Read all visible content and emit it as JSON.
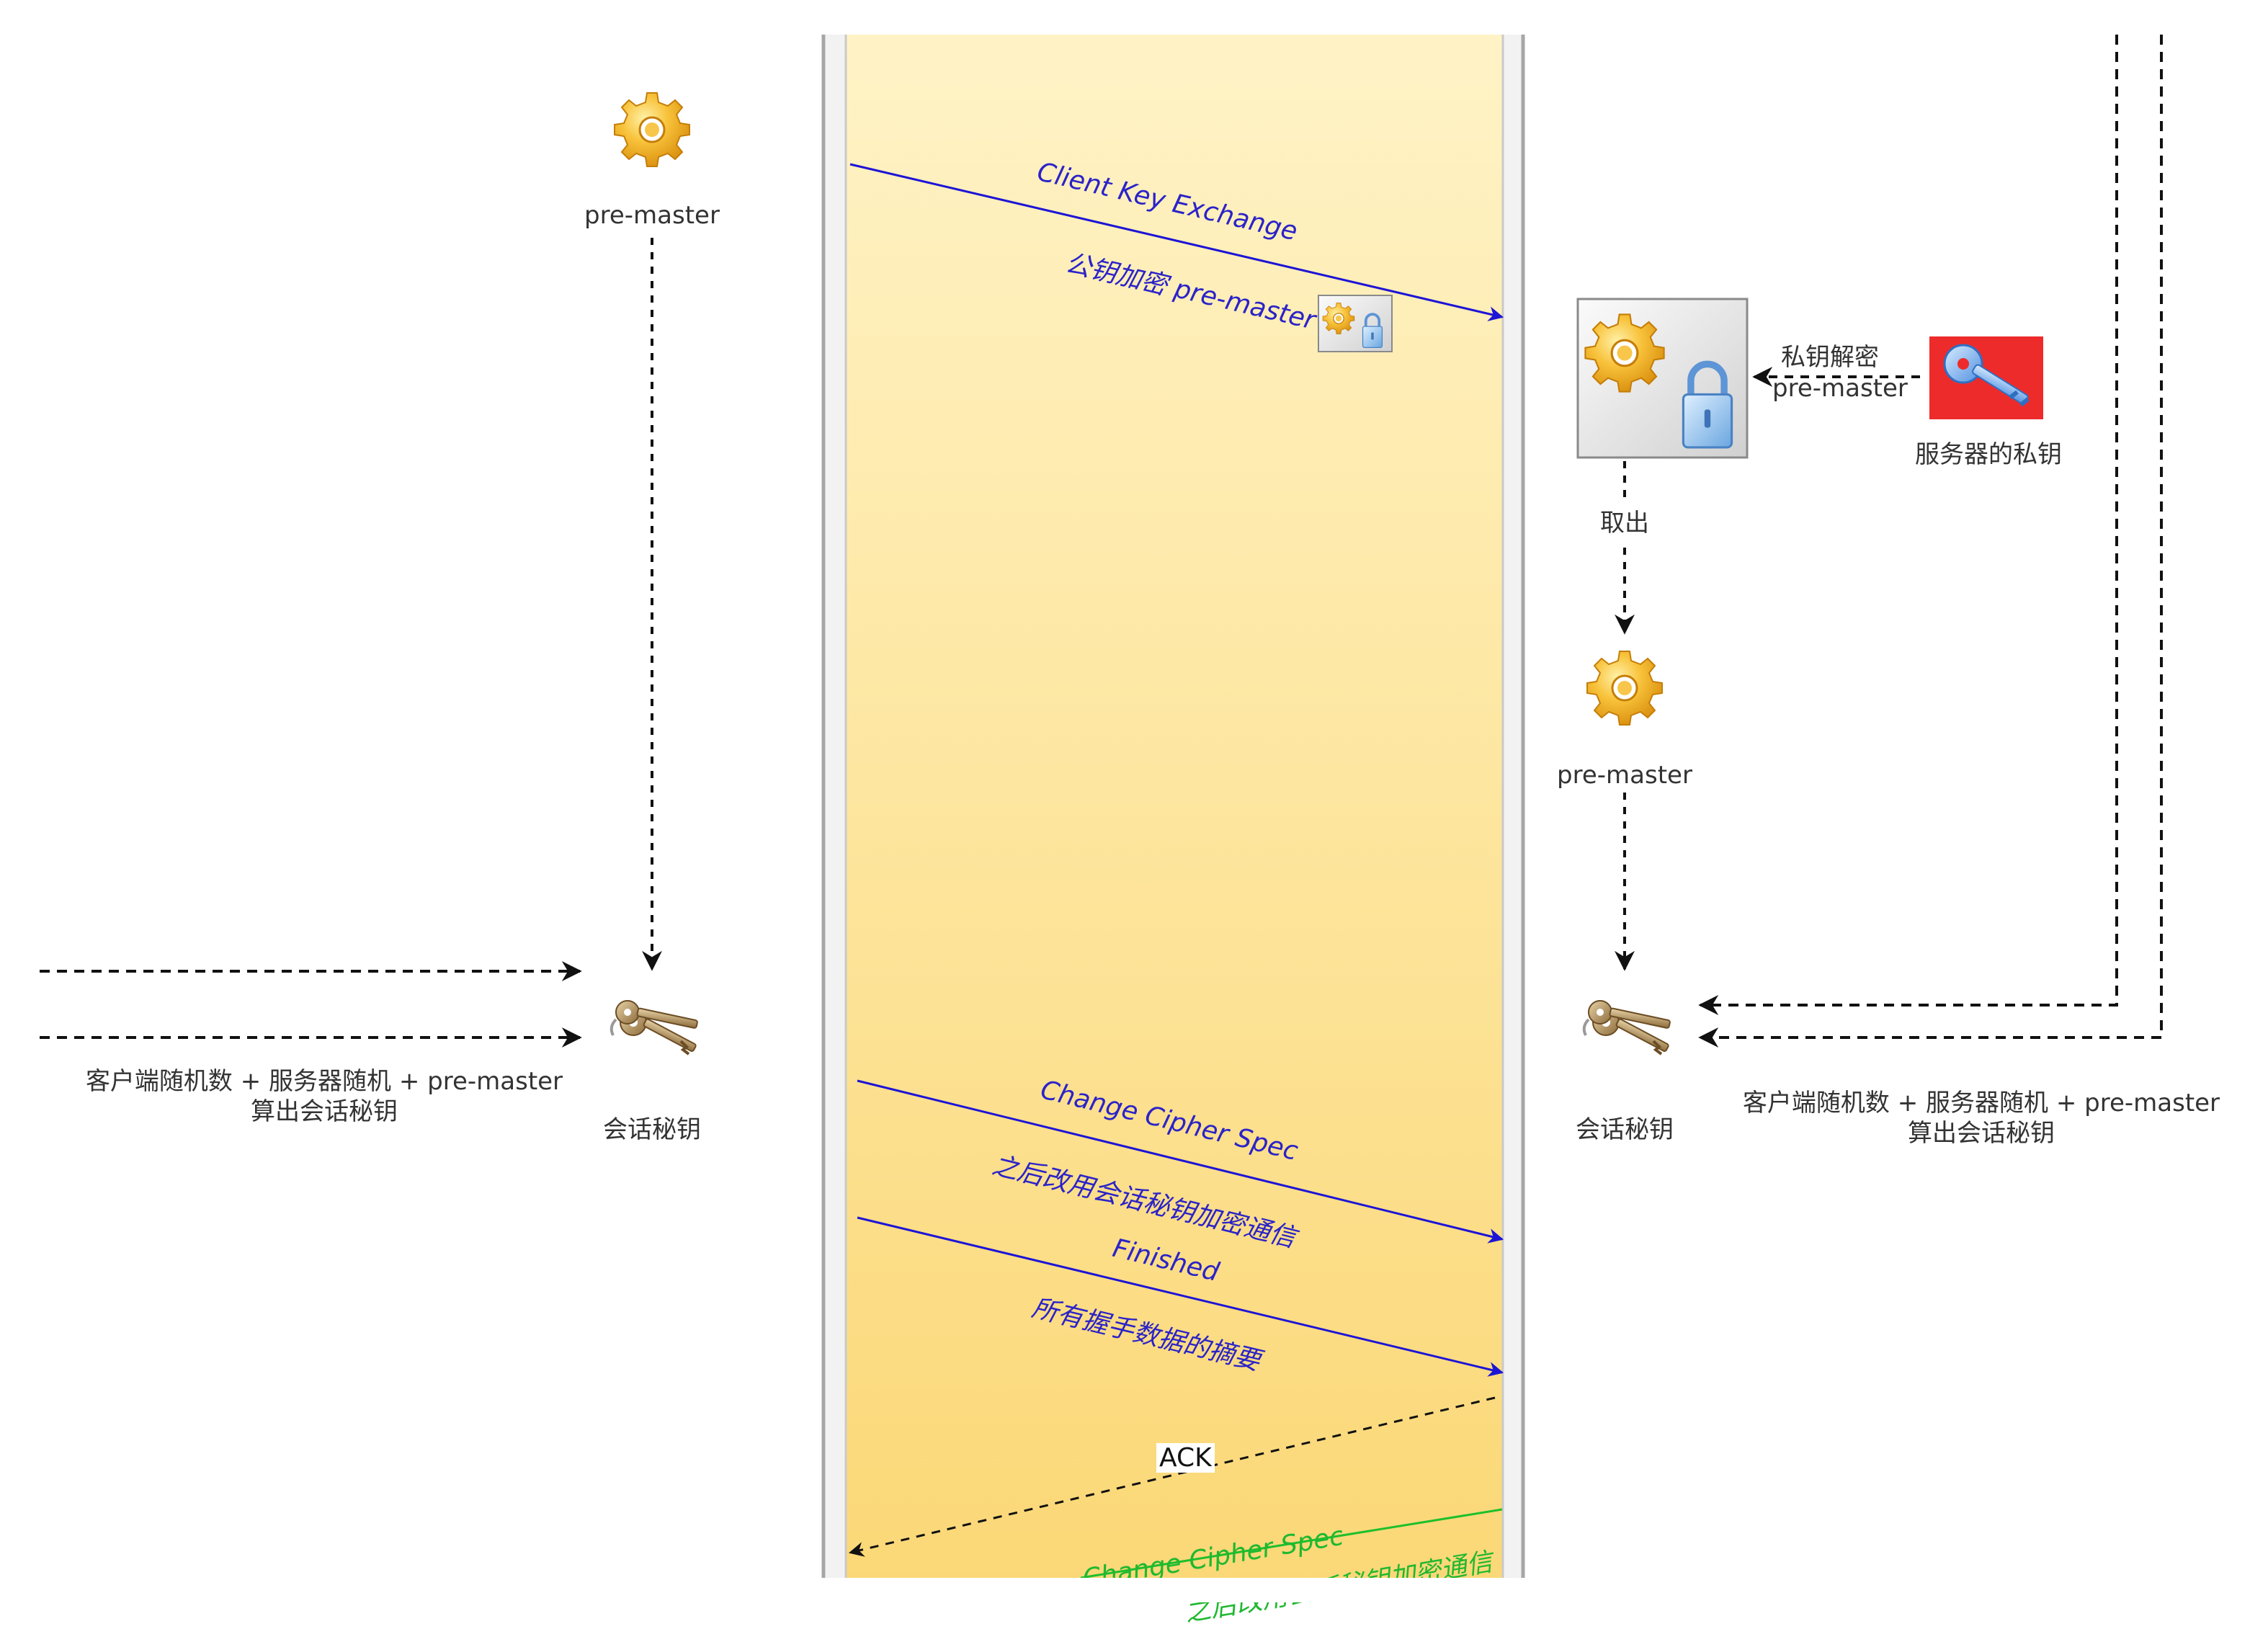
{
  "client": {
    "premaster_label": "pre-master",
    "session_key_label": "会话秘钥",
    "formula_line1": "客户端随机数 + 服务器随机 +  pre-master",
    "formula_line2": "算出会话秘钥"
  },
  "server": {
    "decrypt_label_line1": "私钥解密",
    "decrypt_label_line2": "pre-master",
    "private_key_label": "服务器的私钥",
    "take_out_label": "取出",
    "premaster_label": "pre-master",
    "session_key_label": "会话秘钥",
    "formula_line1": "客户端随机数 + 服务器随机 +  pre-master",
    "formula_line2": "算出会话秘钥"
  },
  "messages": {
    "client_key_exchange": "Client Key Exchange",
    "encrypt_premaster": "公钥加密 pre-master",
    "change_cipher_spec": "Change Cipher Spec",
    "use_session_key": "之后改用会话秘钥加密通信",
    "finished": "Finished",
    "handshake_digest": "所有握手数据的摘要",
    "ack": "ACK",
    "server_change_cipher_spec": "Change Cipher Spec",
    "server_use_session_key": "之后改用会话秘钥加密通信"
  },
  "colors": {
    "channel_top": "#fff3c4",
    "channel_bottom": "#fbd878",
    "message_blue": "#1d14d6",
    "message_green": "#1fbf2c",
    "private_key_bg": "#ee2b2b"
  },
  "icons": [
    "gear-icon",
    "lock-icon",
    "key-icon"
  ]
}
